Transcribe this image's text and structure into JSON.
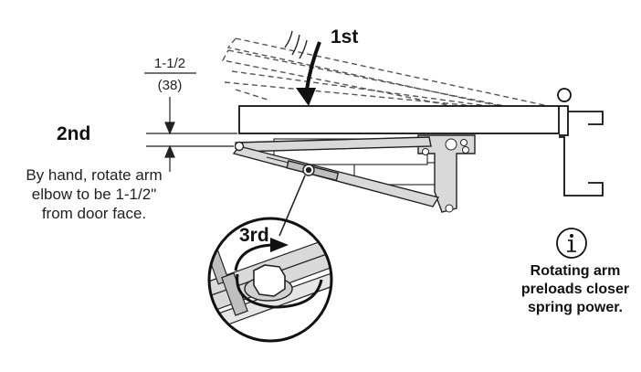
{
  "steps": {
    "first": "1st",
    "second": "2nd",
    "third": "3rd"
  },
  "dimension": {
    "inches": "1-1/2",
    "millimeters": "(38)"
  },
  "instruction": "By hand, rotate arm elbow to be 1-1/2\" from door face.",
  "note": {
    "icon": "info-icon",
    "text": "Rotating arm preloads closer spring power."
  },
  "colors": {
    "line": "#222222",
    "arm_fill": "#d9d9d9",
    "ghost": "#555555"
  }
}
